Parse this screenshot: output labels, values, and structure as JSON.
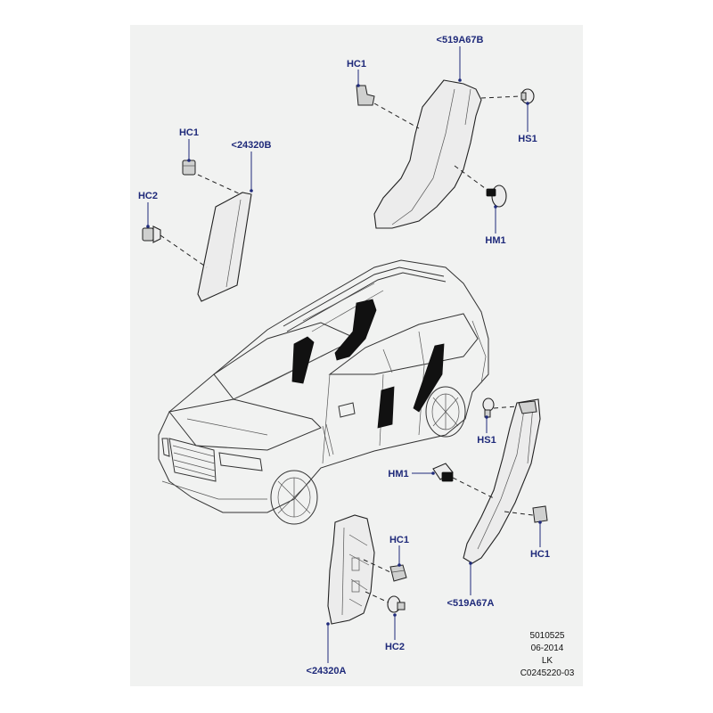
{
  "callouts": {
    "hc1_tl": "HC1",
    "hc2_tl": "HC2",
    "p24320b": "<24320B",
    "hc1_tr": "HC1",
    "p519a67b": "<519A67B",
    "hs1_tr": "HS1",
    "hm1_tr": "HM1",
    "hs1_mr": "HS1",
    "hm1_mid": "HM1",
    "hc1_bm": "HC1",
    "hc2_bm": "HC2",
    "p24320a": "<24320A",
    "hc1_br": "HC1",
    "p519a67a": "<519A67A"
  },
  "stamp": {
    "line1": "5010525",
    "line2": "06-2014",
    "line3": "LK",
    "line4": "C0245220-03"
  },
  "colors": {
    "callout": "#1f2a7a",
    "panel": "#f1f2f1",
    "trim_highlight": "#111111"
  }
}
